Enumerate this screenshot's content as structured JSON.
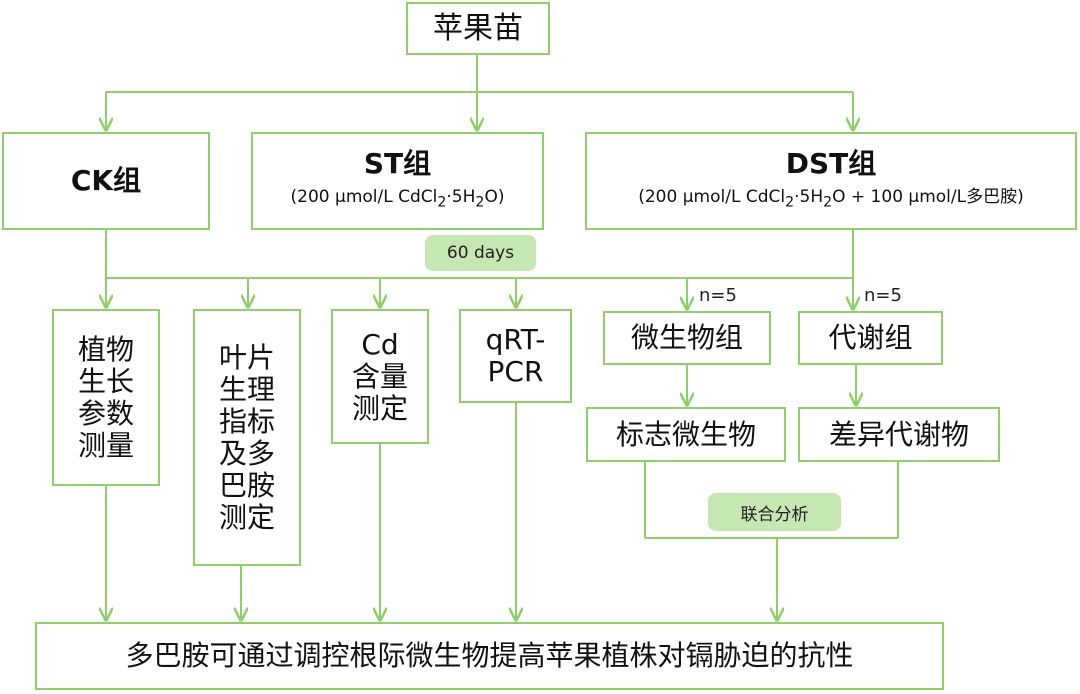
{
  "root": "苹果苗",
  "groups": [
    {
      "name": "CK组",
      "note": ""
    },
    {
      "name": "ST组",
      "note_pre": "(200 μmol/L CdCl",
      "note_sub1": "2",
      "note_mid": "·5H",
      "note_sub2": "2",
      "note_post": "O)"
    },
    {
      "name": "DST组",
      "note_pre": "(200 μmol/L CdCl",
      "note_sub1": "2",
      "note_mid": "·5H",
      "note_sub2": "2",
      "note_post": "O + 100 μmol/L多巴胺)"
    }
  ],
  "duration": "60 days",
  "measures": [
    {
      "lines": [
        "植物",
        "生长",
        "参数",
        "测量"
      ]
    },
    {
      "lines": [
        "叶片",
        "生理",
        "指标",
        "及多",
        "巴胺",
        "测定"
      ]
    },
    {
      "lines": [
        "Cd",
        "含量",
        "测定"
      ]
    },
    {
      "lines": [
        "qRT-",
        "PCR"
      ]
    }
  ],
  "omics": [
    {
      "sample_n": "n=5",
      "group": "微生物组",
      "result": "标志微生物"
    },
    {
      "sample_n": "n=5",
      "group": "代谢组",
      "result": "差异代谢物"
    }
  ],
  "joint_analysis": "联合分析",
  "conclusion": "多巴胺可通过调控根际微生物提高苹果植株对镉胁迫的抗性",
  "colors": {
    "border": "#8fce6a",
    "line": "#8fce6a",
    "pill": "#c6e6b2"
  }
}
